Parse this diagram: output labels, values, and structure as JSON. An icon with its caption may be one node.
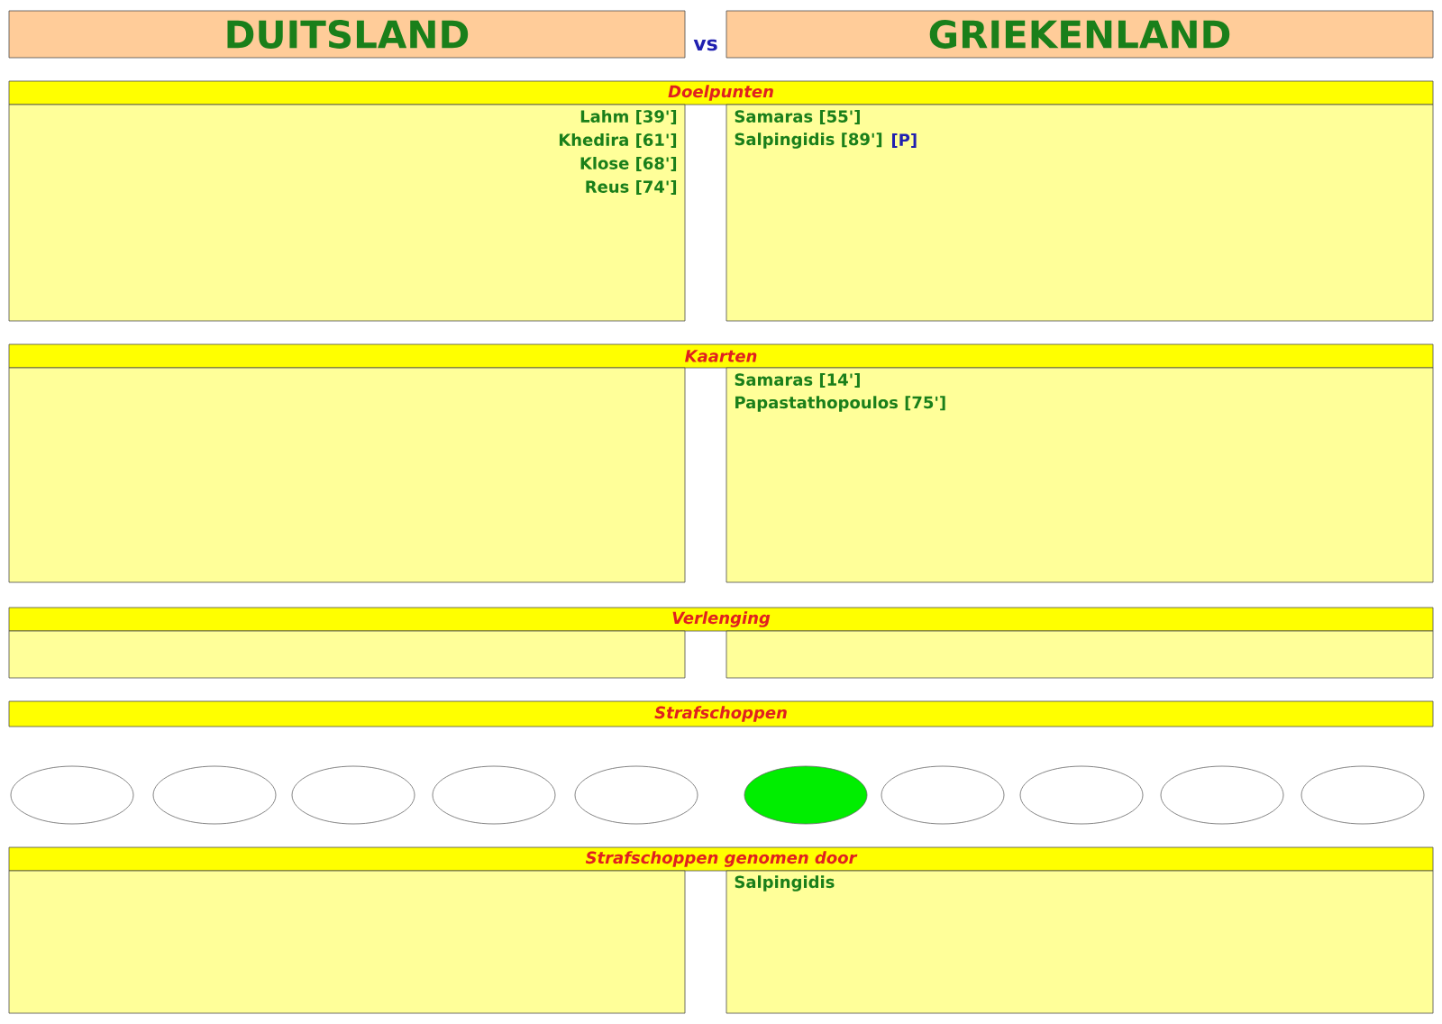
{
  "diagram": {
    "nodes": [
      {
        "text": [
          "DUITSLAND"
        ]
      },
      {
        "text": [
          "GRIEKENLAND"
        ]
      },
      {
        "text": [
          "Doelpunten"
        ]
      },
      {
        "text": [
          "Lahm [39']",
          "Khedira [61']",
          "Klose [68']",
          "Reus [74']"
        ]
      },
      {
        "text": [
          "Samaras [55']",
          "Salpingidis [89']",
          "[P]"
        ]
      },
      {
        "text": [
          "Kaarten"
        ]
      },
      {
        "text": [],
        "shape": "box"
      },
      {
        "text": [
          "Samaras [14']",
          "Papastathopoulos [75']"
        ]
      },
      {
        "text": [
          "Verlenging"
        ]
      },
      {
        "text": [],
        "shape": "box"
      },
      {
        "text": [],
        "shape": "box"
      },
      {
        "text": [
          "Strafschoppen"
        ]
      },
      {
        "text": [],
        "shape": "ellipse"
      },
      {
        "text": [],
        "shape": "ellipse"
      },
      {
        "text": [],
        "shape": "ellipse"
      },
      {
        "text": [],
        "shape": "ellipse"
      },
      {
        "text": [],
        "shape": "ellipse"
      },
      {
        "text": [],
        "shape": "ellipse"
      },
      {
        "text": [],
        "shape": "ellipse"
      },
      {
        "text": [],
        "shape": "ellipse"
      },
      {
        "text": [],
        "shape": "ellipse"
      },
      {
        "text": [],
        "shape": "ellipse"
      },
      {
        "text": [
          "Strafschoppen genomen door"
        ]
      },
      {
        "text": [],
        "shape": "box"
      },
      {
        "text": [
          "Salpingidis"
        ]
      }
    ],
    "labels": [
      "vs"
    ]
  }
}
